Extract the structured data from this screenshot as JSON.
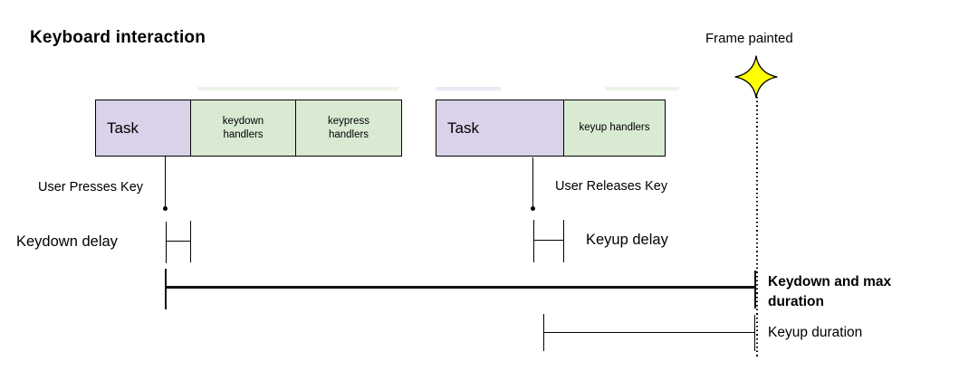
{
  "title": "Keyboard interaction",
  "frame_painted": {
    "label": "Frame painted",
    "star_color": "#ffff00"
  },
  "colors": {
    "task_fill": "#d9d2e9",
    "handler_fill": "#d9ead3",
    "line": "#000000"
  },
  "groups": [
    {
      "task_label": "Task",
      "handlers": [
        "keydown handlers",
        "keypress handlers"
      ]
    },
    {
      "task_label": "Task",
      "handlers": [
        "keyup handlers"
      ]
    }
  ],
  "annotations": {
    "user_presses": "User Presses Key",
    "user_releases": "User Releases Key",
    "keydown_delay": "Keydown delay",
    "keyup_delay": "Keyup delay",
    "keydown_duration": "Keydown and max duration",
    "keyup_duration": "Keyup duration"
  }
}
